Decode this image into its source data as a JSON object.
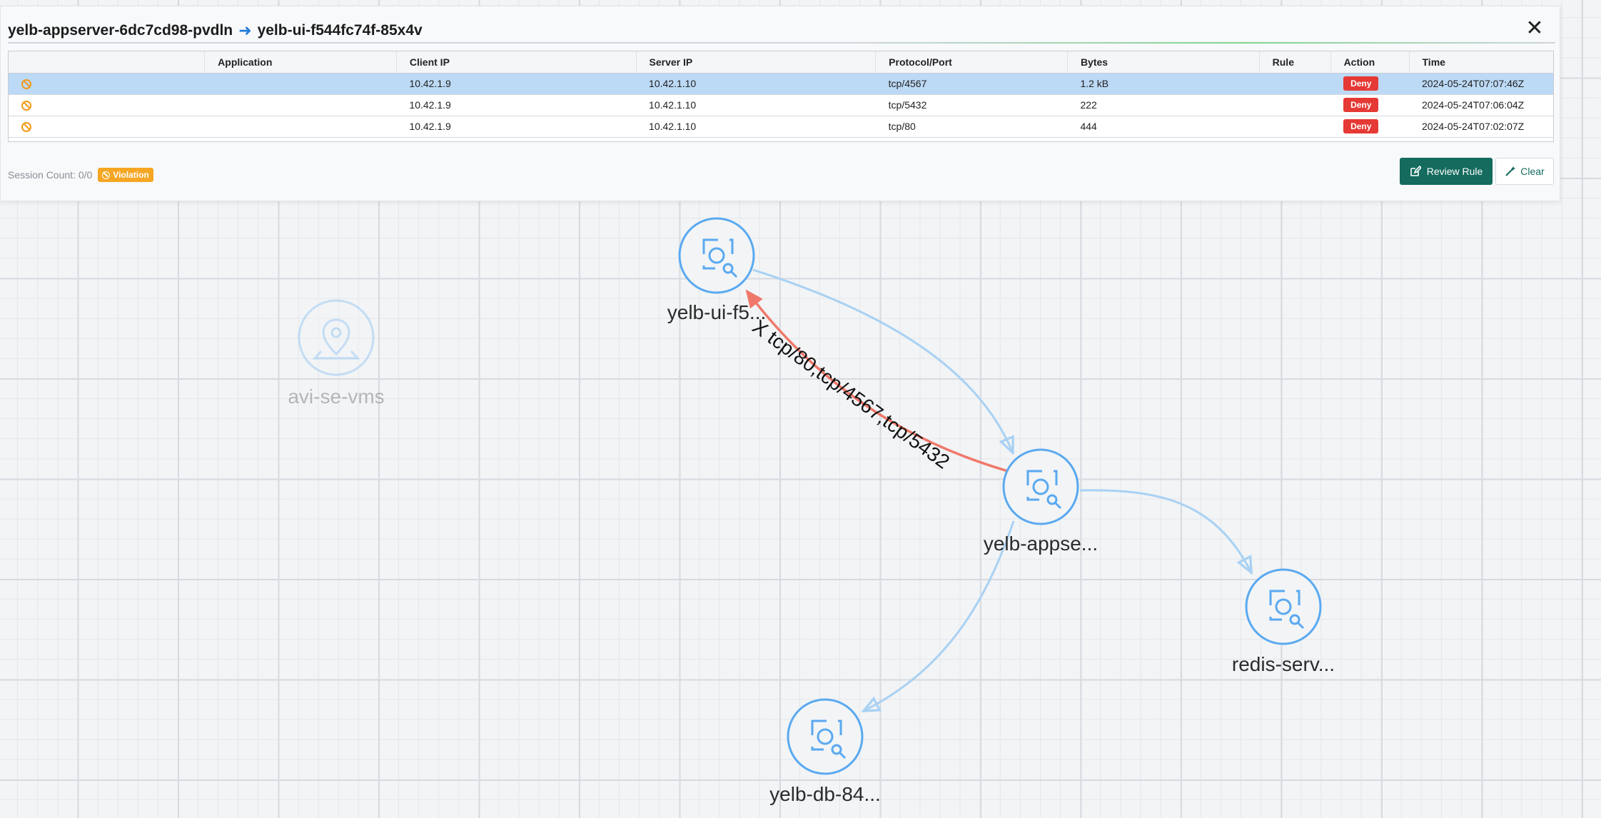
{
  "panel": {
    "source": "yelb-appserver-6dc7cd98-pvdln",
    "target": "yelb-ui-f544fc74f-85x4v",
    "close_icon": "close-icon",
    "columns": [
      "",
      "Application",
      "Client IP",
      "Server IP",
      "Protocol/Port",
      "Bytes",
      "Rule",
      "Action",
      "Time"
    ],
    "rows": [
      {
        "application": "",
        "client_ip": "10.42.1.9",
        "server_ip": "10.42.1.10",
        "protocol_port": "tcp/4567",
        "bytes": "1.2 kB",
        "rule": "",
        "action": "Deny",
        "time": "2024-05-24T07:07:46Z",
        "selected": true
      },
      {
        "application": "",
        "client_ip": "10.42.1.9",
        "server_ip": "10.42.1.10",
        "protocol_port": "tcp/5432",
        "bytes": "222",
        "rule": "",
        "action": "Deny",
        "time": "2024-05-24T07:06:04Z",
        "selected": false
      },
      {
        "application": "",
        "client_ip": "10.42.1.9",
        "server_ip": "10.42.1.10",
        "protocol_port": "tcp/80",
        "bytes": "444",
        "rule": "",
        "action": "Deny",
        "time": "2024-05-24T07:02:07Z",
        "selected": false
      }
    ],
    "session_count": "Session Count: 0/0",
    "violation_label": "Violation",
    "review_rule_label": "Review Rule",
    "clear_label": "Clear"
  },
  "graph": {
    "nodes": [
      {
        "label": "avi-se-vms",
        "icon": "map-pin-icon",
        "faded": true
      },
      {
        "label": "yelb-ui-f5...",
        "icon": "search-scan-icon",
        "faded": false
      },
      {
        "label": "yelb-appse...",
        "icon": "search-scan-icon",
        "faded": false
      },
      {
        "label": "redis-serv...",
        "icon": "search-scan-icon",
        "faded": false
      },
      {
        "label": "yelb-db-84...",
        "icon": "search-scan-icon",
        "faded": false
      }
    ],
    "violation_edge_label": "X tcp/80,tcp/4567,tcp/5432"
  },
  "colors": {
    "node_stroke": "#5aa9f0",
    "edge": "#a9d1f3",
    "violation_edge": "#f0786a",
    "deny": "#e53935",
    "review_button": "#146b5e",
    "violation_badge": "#f5a623"
  }
}
